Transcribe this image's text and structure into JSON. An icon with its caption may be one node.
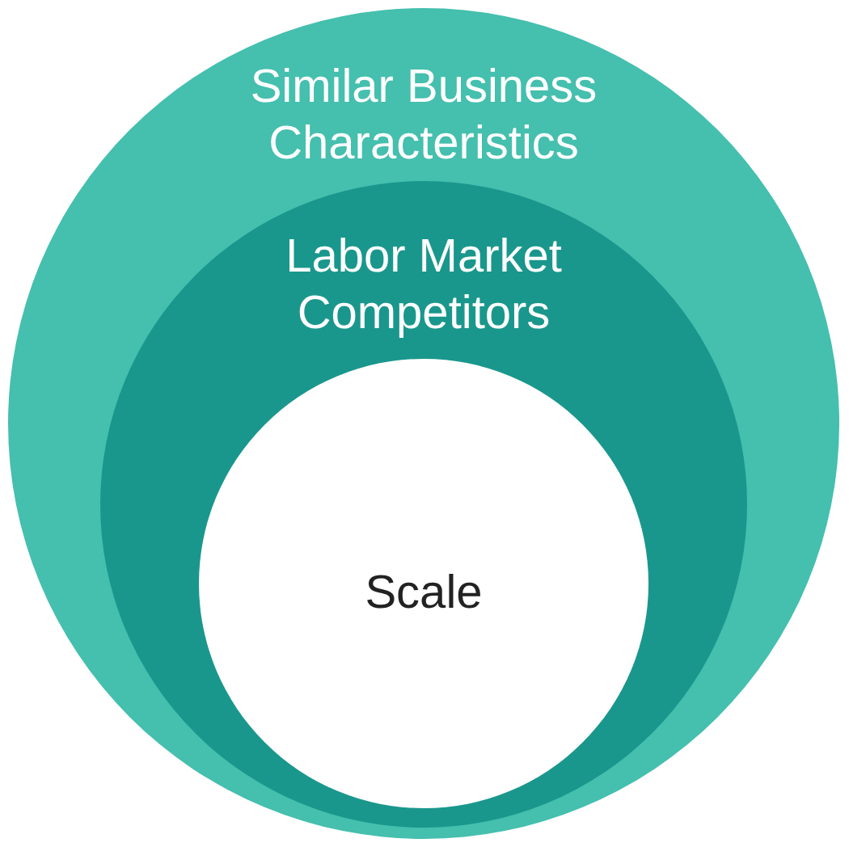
{
  "diagram": {
    "nodes": [
      {
        "text": [
          "Similar Business Characteristics"
        ]
      },
      {
        "text": [
          "Labor Market Competitors"
        ],
        "in": 0
      },
      {
        "text": [
          "Scale"
        ],
        "in": 1
      }
    ]
  }
}
